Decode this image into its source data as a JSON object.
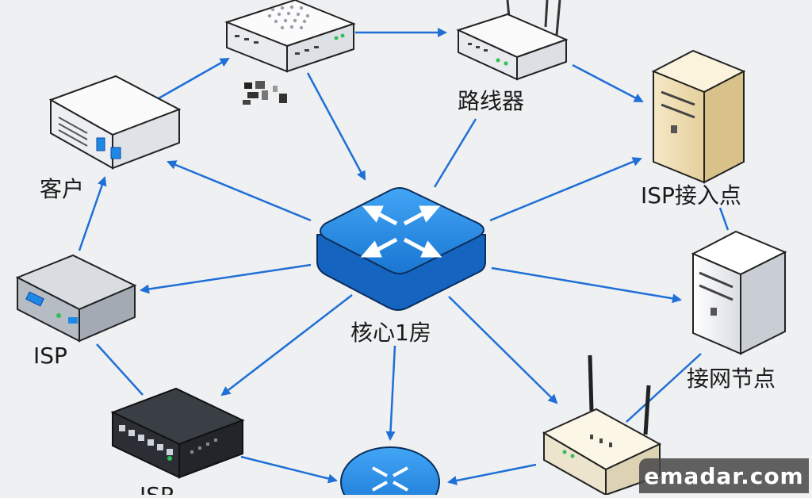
{
  "nodes": {
    "customer": {
      "label": "客户"
    },
    "router": {
      "label": "路线器"
    },
    "isp_access_point": {
      "label": "ISP接入点"
    },
    "core_room": {
      "label": "核心1房"
    },
    "isp_left": {
      "label": "ISP"
    },
    "access_node": {
      "label": "接网节点"
    },
    "switch_bottom_left": {
      "label": "ISP"
    }
  },
  "watermark": {
    "text": "emadar.com"
  },
  "colors": {
    "arrow": "#1f6fd6",
    "core_blue": "#1e88e5",
    "background": "#eef0f2"
  }
}
